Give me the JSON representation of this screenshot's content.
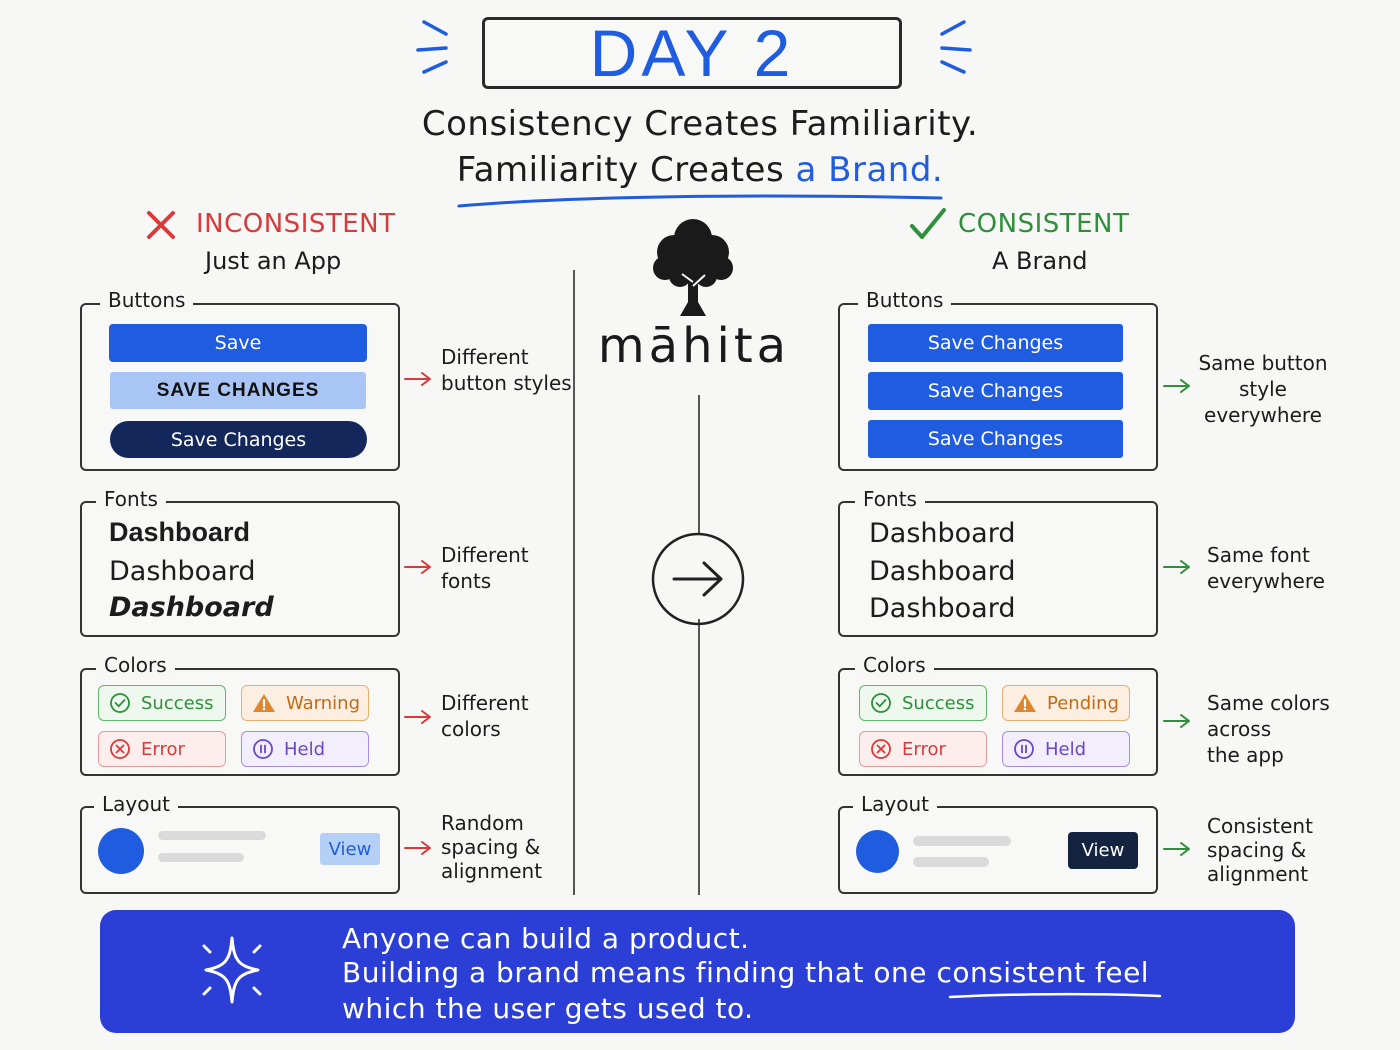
{
  "header": {
    "day_label": "DAY 2",
    "tagline_line1": "Consistency Creates Familiarity.",
    "tagline_line2_start": "Familiarity Creates ",
    "tagline_line2_accent": "a Brand."
  },
  "left_column": {
    "heading": "INCONSISTENT",
    "subheading": "Just an App",
    "buttons_panel": {
      "label": "Buttons",
      "items": [
        "Save",
        "SAVE CHANGES",
        "Save Changes"
      ]
    },
    "fonts_panel": {
      "label": "Fonts",
      "items": [
        "Dashboard",
        "Dashboard",
        "Dashboard"
      ]
    },
    "colors_panel": {
      "label": "Colors",
      "chips": [
        "Success",
        "Warning",
        "Error",
        "Held"
      ]
    },
    "layout_panel": {
      "label": "Layout",
      "button": "View"
    },
    "notes": {
      "buttons": [
        "Different",
        "button styles"
      ],
      "fonts": [
        "Different",
        "fonts"
      ],
      "colors": [
        "Different",
        "colors"
      ],
      "layout": [
        "Random",
        "spacing &",
        "alignment"
      ]
    }
  },
  "right_column": {
    "heading": "CONSISTENT",
    "subheading": "A Brand",
    "buttons_panel": {
      "label": "Buttons",
      "items": [
        "Save Changes",
        "Save Changes",
        "Save Changes"
      ]
    },
    "fonts_panel": {
      "label": "Fonts",
      "items": [
        "Dashboard",
        "Dashboard",
        "Dashboard"
      ]
    },
    "colors_panel": {
      "label": "Colors",
      "chips": [
        "Success",
        "Pending",
        "Error",
        "Held"
      ]
    },
    "layout_panel": {
      "label": "Layout",
      "button": "View"
    },
    "notes": {
      "buttons": [
        "Same button",
        "style",
        "everywhere"
      ],
      "fonts": [
        "Same font",
        "everywhere"
      ],
      "colors": [
        "Same colors",
        "across",
        "the app"
      ],
      "layout": [
        "Consistent",
        "spacing &",
        "alignment"
      ]
    }
  },
  "brand": {
    "name": "māhita"
  },
  "banner": {
    "line1": "Anyone can build a product.",
    "line2_start": "Building a brand means finding that one ",
    "line2_emphasis": "consistent feel",
    "line3": "which the user gets used to."
  },
  "colors": {
    "accent_blue": "#1f5ce0",
    "inconsistent_red": "#d93a3a",
    "consistent_green": "#2f8f3a",
    "navy": "#14275a",
    "banner_blue": "#2b3fd6"
  },
  "icons": {
    "inconsistent_mark": "cross-icon",
    "consistent_mark": "check-icon",
    "brand_logo": "tree-icon",
    "transition": "arrow-right-circle-icon",
    "banner_mark": "sparkle-icon"
  }
}
